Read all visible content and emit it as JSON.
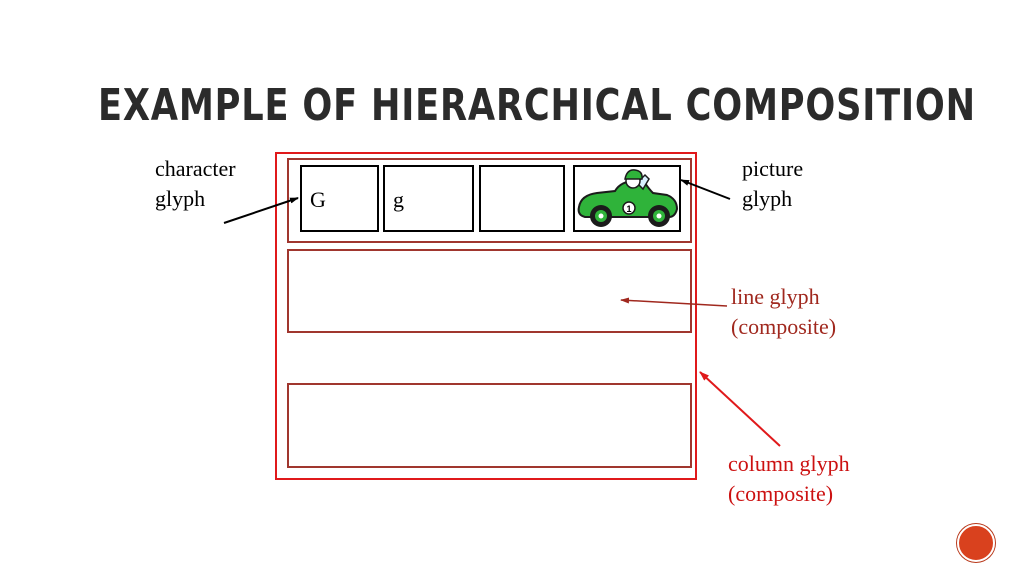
{
  "slide": {
    "title": "Example of Hierarchical Composition"
  },
  "labels": {
    "character_glyph": [
      "character",
      "glyph"
    ],
    "picture_glyph": [
      "picture",
      "glyph"
    ],
    "line_glyph": [
      "line glyph",
      "(composite)"
    ],
    "column_glyph": [
      "column glyph",
      "(composite)"
    ]
  },
  "glyphs": {
    "upper": "G",
    "lower": "g"
  },
  "colors": {
    "column": "#e0191b",
    "row": "#a0362e",
    "line_label": "#a0281e",
    "column_label": "#cc1111",
    "car_body": "#2fb33a",
    "nav_button": "#d9411e"
  },
  "icons": {
    "picture": "race-car-icon",
    "nav": "slide-nav-button-icon"
  }
}
